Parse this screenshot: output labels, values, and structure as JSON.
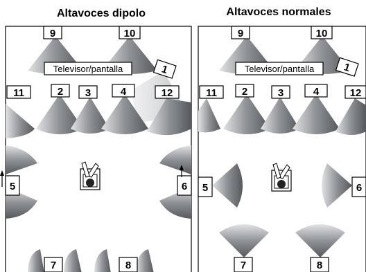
{
  "titles": {
    "dipole": "Altavoces dipolo",
    "normal": "Altavoces normales"
  },
  "tv_label": "Televisor/pantalla",
  "speakers": {
    "s1": "1",
    "s2": "2",
    "s3": "3",
    "s4": "4",
    "s5": "5",
    "s6": "6",
    "s7": "7",
    "s8": "8",
    "s9": "9",
    "s10": "10",
    "s11": "11",
    "s12": "12"
  },
  "colors": {
    "cone_dark": "#6f7277",
    "cone_light": "#d4d6d9",
    "line": "#000000"
  }
}
